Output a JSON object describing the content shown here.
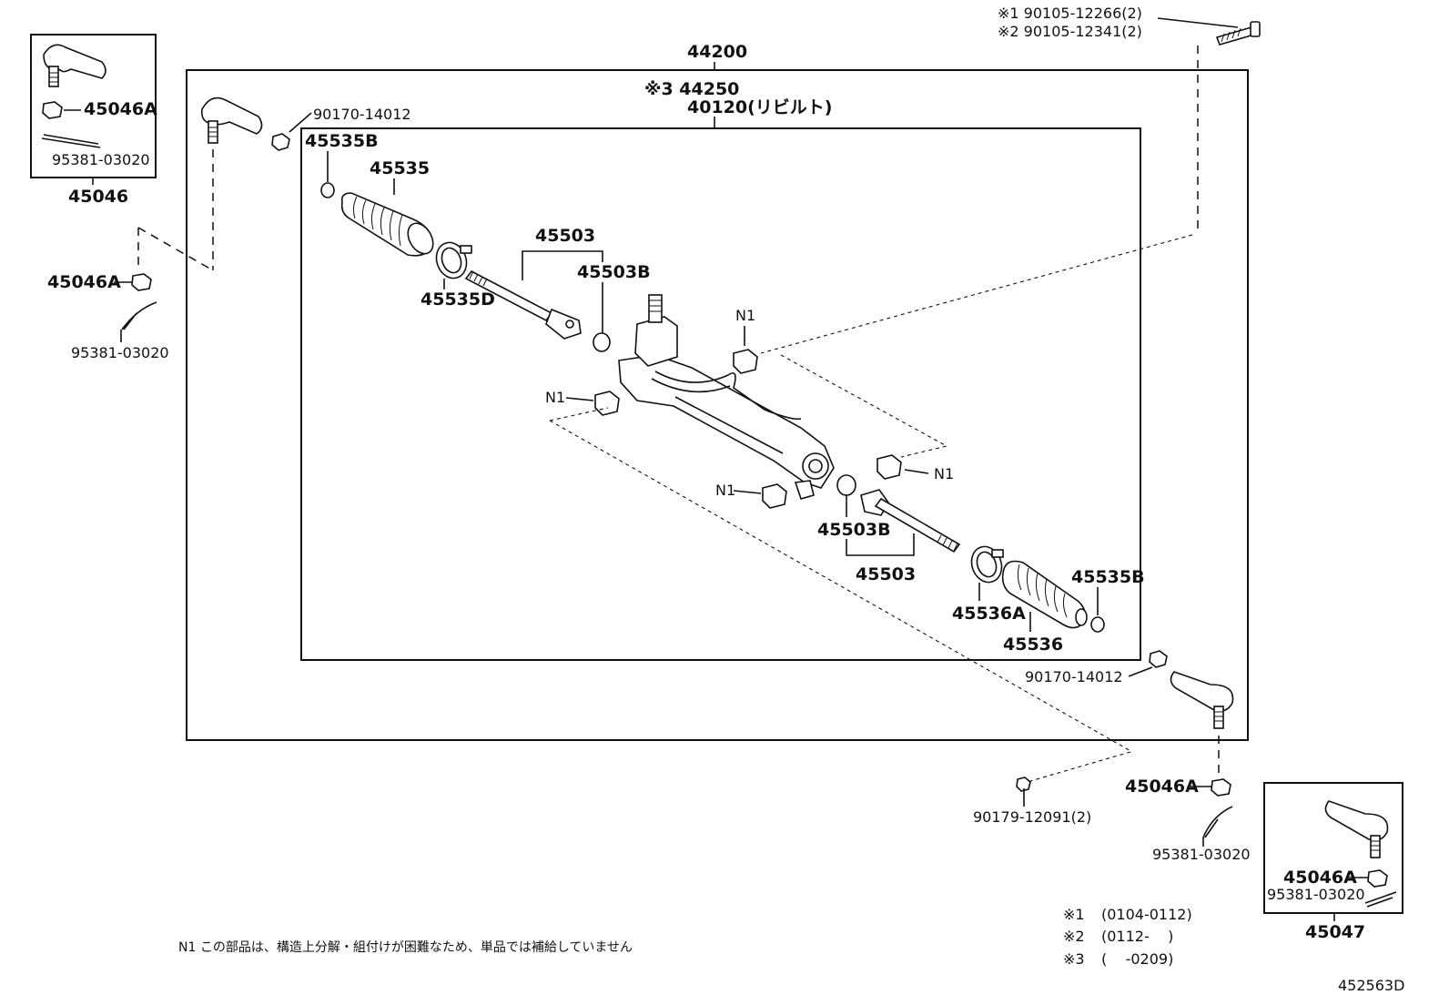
{
  "diagram": {
    "labels": {
      "assembly_main": "44200",
      "assembly_sub_1": "※3 44250",
      "assembly_sub_2": "40120(リビルト)",
      "bolt_note_1": "※1 90105-12266(2)",
      "bolt_note_2": "※2 90105-12341(2)",
      "end_nut_left": "90170-14012",
      "end_nut_right": "90170-14012",
      "clamp_left_top": "45535B",
      "clamp_right": "45535B",
      "boot_left": "45535",
      "clamp_left_d": "45535D",
      "rod_left": "45503",
      "washer_left": "45503B",
      "rod_right": "45503",
      "washer_right": "45503B",
      "clamp_right_a": "45536A",
      "boot_right": "45536",
      "n1_a": "N1",
      "n1_b": "N1",
      "n1_c": "N1",
      "n1_d": "N1",
      "nut_left_out": "45046A",
      "pin_left_out": "95381-03020",
      "nut_right_out": "45046A",
      "pin_right_out": "95381-03020",
      "bottom_grommet": "90179-12091(2)"
    },
    "inset_left": {
      "nut": "45046A",
      "pin": "95381-03020",
      "assy": "45046"
    },
    "inset_right": {
      "nut": "45046A",
      "pin": "95381-03020",
      "assy": "45047"
    },
    "footnote_n1": "N1 この部品は、構造上分解・組付けが困難なため、単品では補給していません",
    "legend": [
      {
        "mark": "※1",
        "range": "(0104-0112)"
      },
      {
        "mark": "※2",
        "range": "(0112-    )"
      },
      {
        "mark": "※3",
        "range": "(    -0209)"
      }
    ],
    "figure_id": "452563D"
  }
}
